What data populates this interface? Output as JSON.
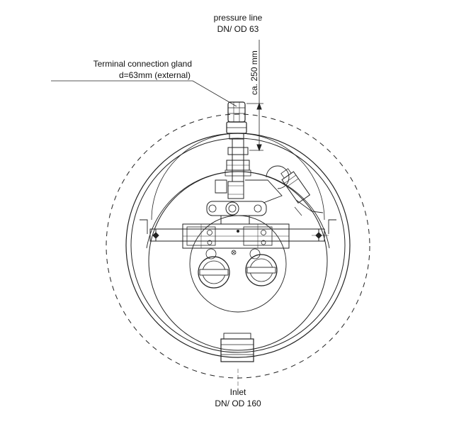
{
  "labels": {
    "pressure_line_1": "pressure line",
    "pressure_line_2": "DN/ OD 63",
    "gland_1": "Terminal connection gland",
    "gland_2": "d=63mm (external)",
    "dimension": "ca. 250 mm",
    "inlet_1": "Inlet",
    "inlet_2": "DN/ OD 160"
  },
  "colors": {
    "line": "#222222",
    "background": "#ffffff"
  }
}
